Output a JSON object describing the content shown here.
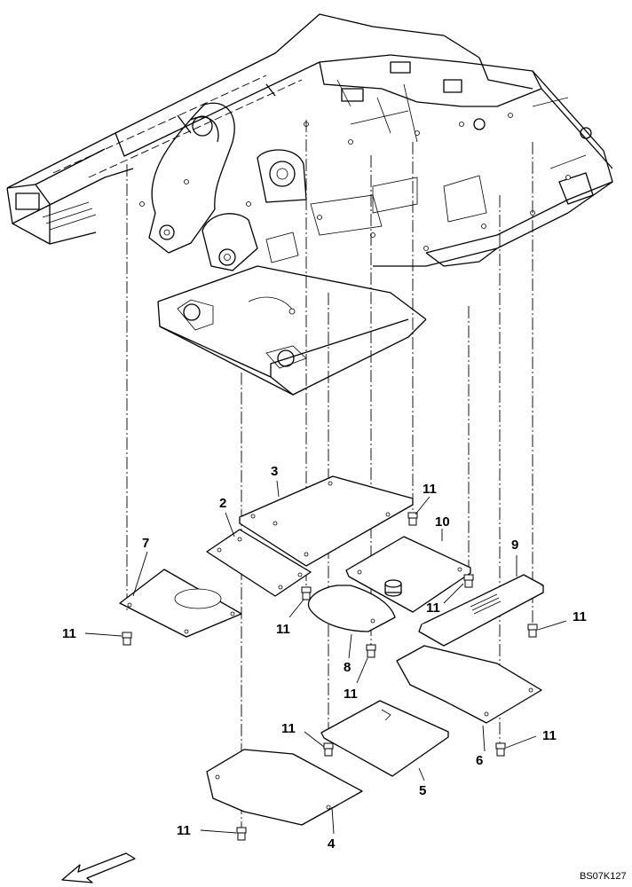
{
  "diagram": {
    "callouts": {
      "c2": "2",
      "c3": "3",
      "c4": "4",
      "c5": "5",
      "c6": "6",
      "c7": "7",
      "c8": "8",
      "c9": "9",
      "c10": "10",
      "c11_a": "11",
      "c11_b": "11",
      "c11_c": "11",
      "c11_d": "11",
      "c11_e": "11",
      "c11_f": "11",
      "c11_g": "11",
      "c11_h": "11",
      "c11_i": "11"
    },
    "drawing_code": "BS07K127",
    "parts": [
      {
        "id": "2",
        "name": "under-cover-plate"
      },
      {
        "id": "3",
        "name": "under-cover-plate"
      },
      {
        "id": "4",
        "name": "under-cover-plate"
      },
      {
        "id": "5",
        "name": "under-cover-plate"
      },
      {
        "id": "6",
        "name": "under-cover-plate"
      },
      {
        "id": "7",
        "name": "under-cover-plate-with-opening"
      },
      {
        "id": "8",
        "name": "formed-cover"
      },
      {
        "id": "9",
        "name": "louvered-cover"
      },
      {
        "id": "10",
        "name": "under-cover-plate"
      },
      {
        "id": "11",
        "name": "bolt"
      }
    ],
    "icons": [
      "direction-arrow-icon"
    ]
  }
}
